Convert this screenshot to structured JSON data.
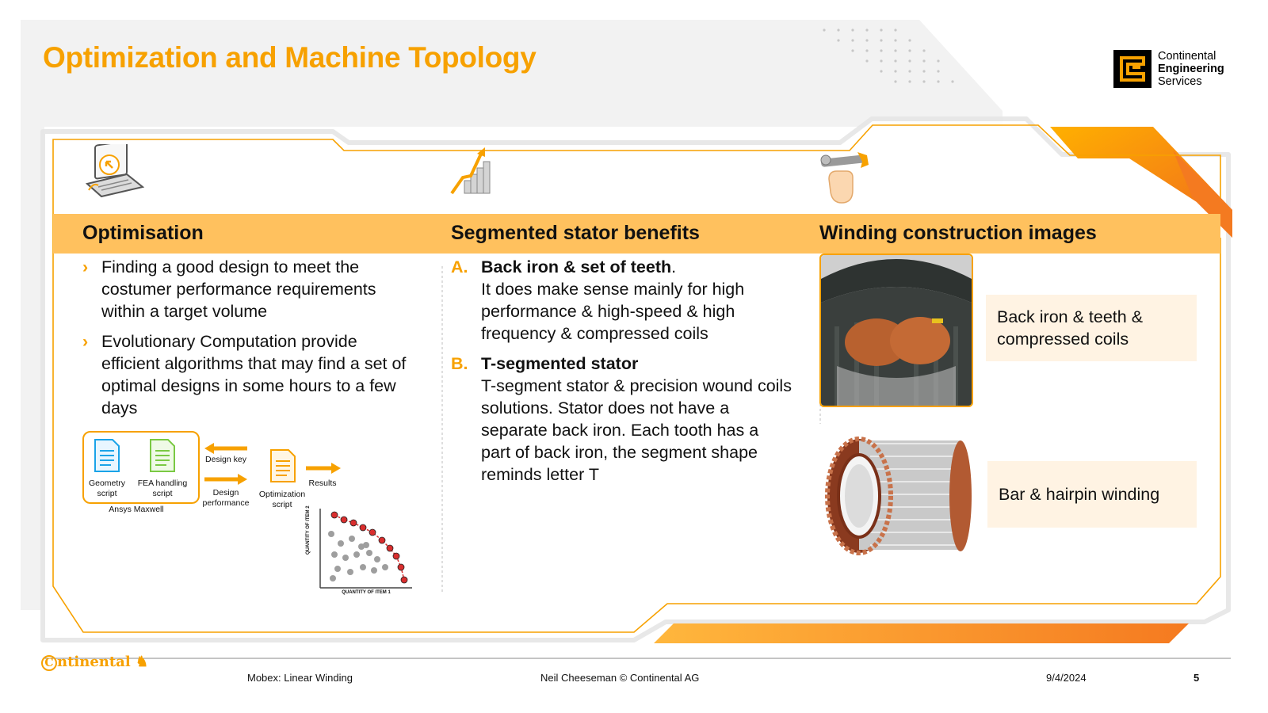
{
  "title": "Optimization and Machine Topology",
  "logo": {
    "line1": "Continental",
    "line2": "Engineering",
    "line3": "Services"
  },
  "columns": {
    "optimisation": {
      "heading": "Optimisation",
      "bullets": [
        "Finding a good design to meet the costumer performance requirements within a target volume",
        "Evolutionary Computation provide efficient algorithms that may find a set of optimal designs in some hours to a few days"
      ],
      "diagram": {
        "geometry_script": "Geometry script",
        "fea_script": "FEA handling script",
        "ansys": "Ansys Maxwell",
        "design_key": "Design key",
        "design_performance": "Design performance",
        "optimization_script": "Optimization script",
        "results": "Results",
        "axis_y": "QUANTITY OF ITEM 2",
        "axis_x": "QUANTITY OF ITEM 1"
      }
    },
    "stator": {
      "heading": "Segmented stator benefits",
      "items": [
        {
          "letter": "A.",
          "title": "Back iron & set of teeth",
          "title_suffix": ".",
          "text": "It does make sense mainly for high performance & high-speed & high frequency & compressed coils"
        },
        {
          "letter": "B.",
          "title": "T-segmented stator",
          "title_suffix": "",
          "text": "T-segment stator & precision wound coils solutions. Stator does not have a separate back iron. Each tooth has a part of back iron, the segment shape reminds letter T"
        }
      ]
    },
    "winding": {
      "heading": "Winding construction images",
      "captions": [
        "Back iron & teeth & compressed coils",
        "Bar & hairpin winding"
      ]
    }
  },
  "footer": {
    "brand": "ntinental",
    "project": "Mobex: Linear Winding",
    "author": "Neil Cheeseman © Continental AG",
    "date": "9/4/2024",
    "page": "5"
  },
  "colors": {
    "accent": "#f7a100",
    "band": "#ffc15e",
    "caption_bg": "#fff3e3"
  }
}
